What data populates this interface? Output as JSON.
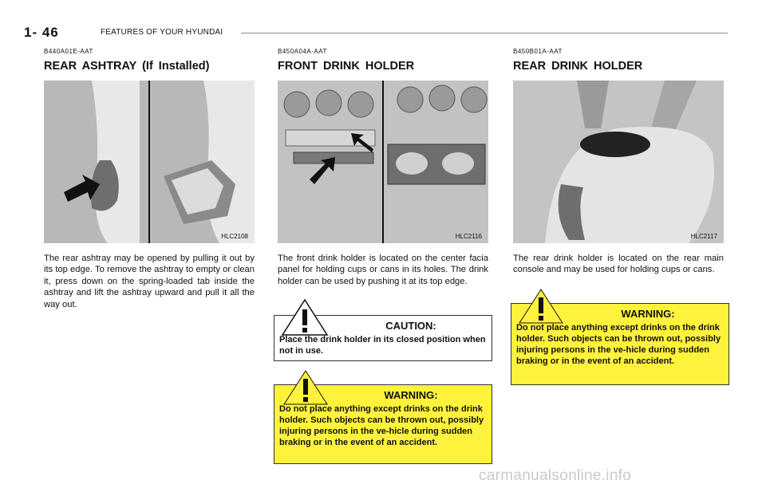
{
  "header": {
    "page_number": "1- 46",
    "section_title": "FEATURES OF YOUR HYUNDAI"
  },
  "sections": [
    {
      "code": "B440A01E-AAT",
      "title": "REAR ASHTRAY (If Installed)",
      "figure_code": "HLC2108",
      "body": "The rear ashtray may be opened by pulling it out by its top edge. To remove the ashtray to empty or clean it, press down on the spring-loaded tab inside the ashtray and lift the ashtray upward and pull it all the way out."
    },
    {
      "code": "B450A04A-AAT",
      "title": "FRONT DRINK HOLDER",
      "figure_code": "HLC2116",
      "body": "The front drink holder is located on the center facia panel for holding cups or cans in its holes. The drink holder can be used by pushing it at its top edge."
    },
    {
      "code": "B450B01A-AAT",
      "title": "REAR DRINK HOLDER",
      "figure_code": "HLC2117",
      "body": "The rear drink holder is located on the rear main console and may be used for holding cups or cans."
    }
  ],
  "notices": {
    "caution": {
      "heading": "CAUTION:",
      "text": "Place the drink holder in its closed position when not in use."
    },
    "warning_front": {
      "heading": "WARNING:",
      "text": "Do not place anything except drinks on the drink holder. Such objects can be thrown out, possibly injuring persons in the ve-hicle during sudden braking or in the event of an accident."
    },
    "warning_rear": {
      "heading": "WARNING:",
      "text": "Do not place anything except drinks on the drink holder. Such objects can be thrown out, possibly injuring persons in the ve-hicle during sudden braking or in the event of an accident."
    }
  },
  "colors": {
    "warning_bg": "#fff23c",
    "figure_bg": "#bdbdbd"
  },
  "watermark": "carmanualsonline.info"
}
